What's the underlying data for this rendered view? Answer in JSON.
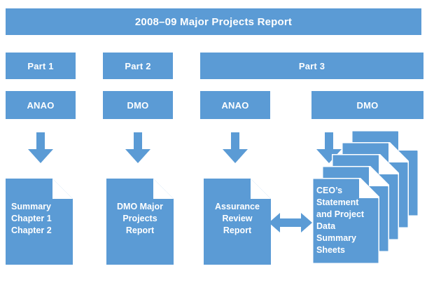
{
  "colors": {
    "brand_blue": "#5b9bd5",
    "background": "#ffffff",
    "text_on_brand": "#ffffff"
  },
  "diagram": {
    "title": "2008–09 Major Projects Report",
    "parts": [
      {
        "label": "Part 1"
      },
      {
        "label": "Part 2"
      },
      {
        "label": "Part 3"
      }
    ],
    "agencies": [
      {
        "label": "ANAO"
      },
      {
        "label": "DMO"
      },
      {
        "label": "ANAO"
      },
      {
        "label": "DMO"
      }
    ],
    "documents": [
      {
        "text": "Summary\nChapter 1\nChapter 2"
      },
      {
        "text": "DMO Major\nProjects\nReport"
      },
      {
        "text": "Assurance\nReview\nReport"
      }
    ],
    "stack": {
      "text": "CEO’s\nStatement\nand Project\nData\nSummary\nSheets",
      "sheet_count": 5
    },
    "connectors": {
      "down_arrow_count": 4,
      "double_arrow_label": "relationship"
    }
  }
}
